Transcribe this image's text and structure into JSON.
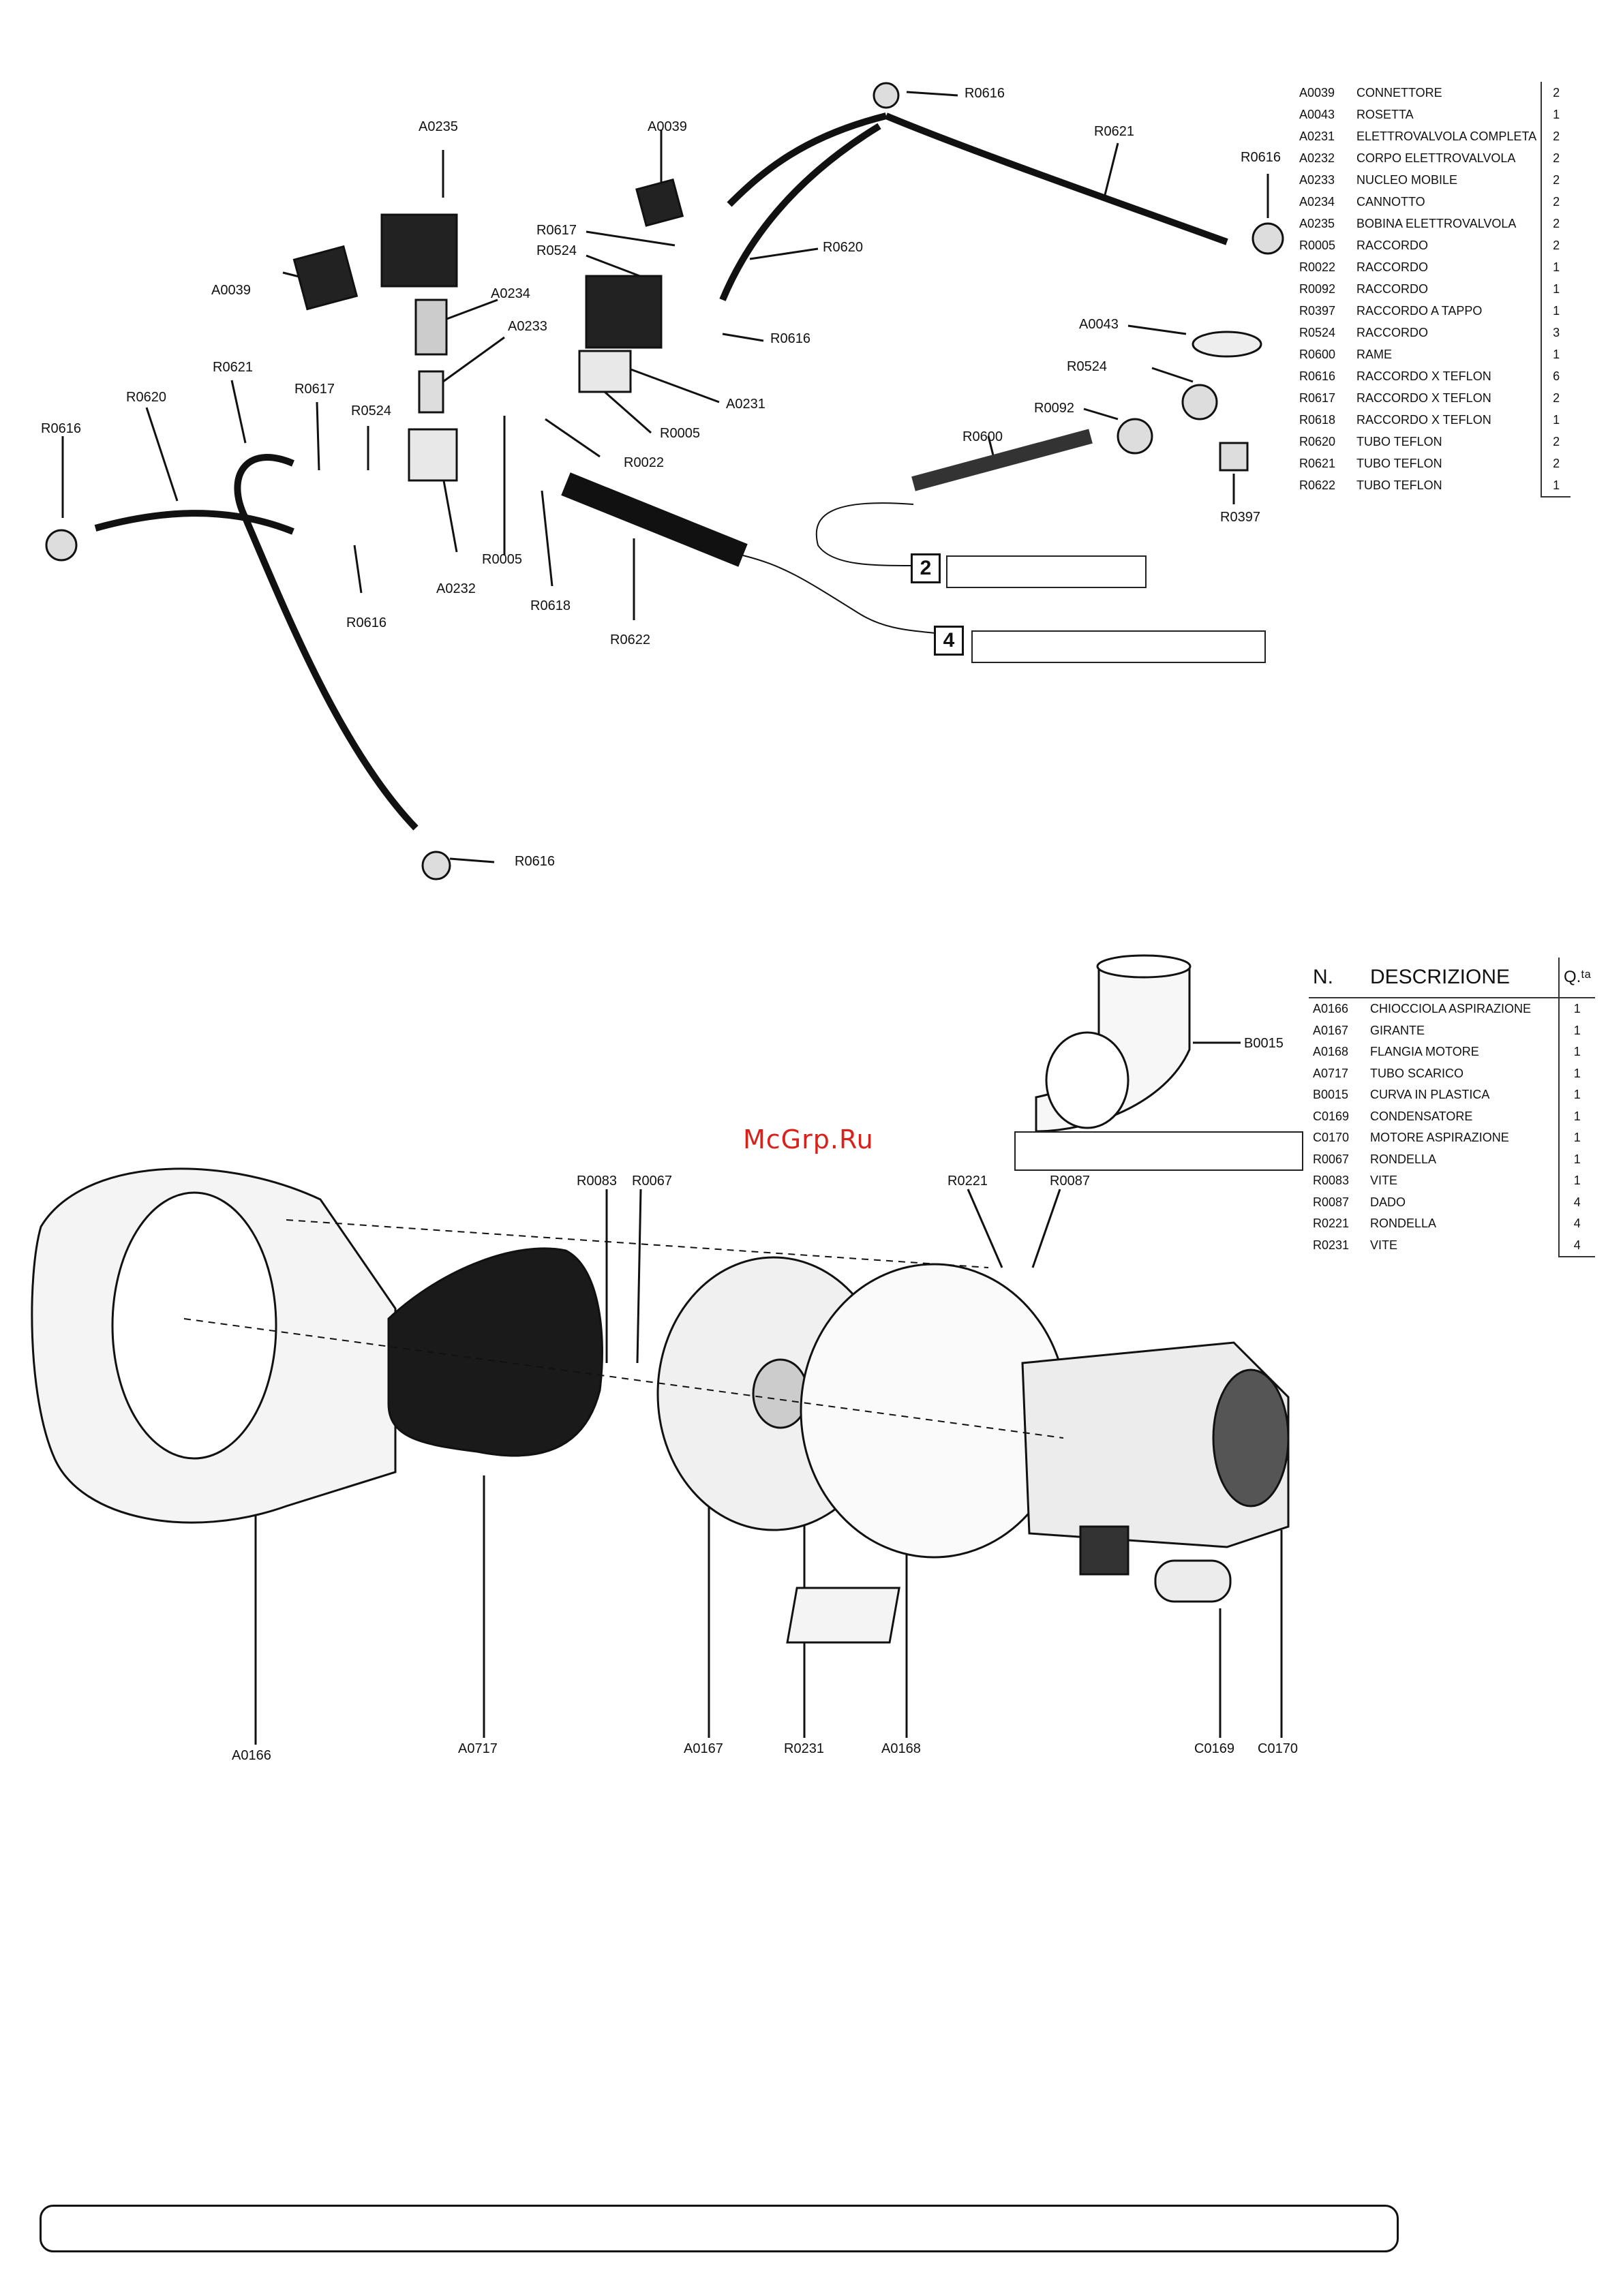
{
  "watermark": "McGrp.Ru",
  "upper_table": {
    "rows": [
      {
        "code": "A0039",
        "desc": "CONNETTORE",
        "qty": "2"
      },
      {
        "code": "A0043",
        "desc": "ROSETTA",
        "qty": "1"
      },
      {
        "code": "A0231",
        "desc": "ELETTROVALVOLA COMPLETA",
        "qty": "2"
      },
      {
        "code": "A0232",
        "desc": "CORPO ELETTROVALVOLA",
        "qty": "2"
      },
      {
        "code": "A0233",
        "desc": "NUCLEO MOBILE",
        "qty": "2"
      },
      {
        "code": "A0234",
        "desc": "CANNOTTO",
        "qty": "2"
      },
      {
        "code": "A0235",
        "desc": "BOBINA ELETTROVALVOLA",
        "qty": "2"
      },
      {
        "code": "R0005",
        "desc": "RACCORDO",
        "qty": "2"
      },
      {
        "code": "R0022",
        "desc": "RACCORDO",
        "qty": "1"
      },
      {
        "code": "R0092",
        "desc": "RACCORDO",
        "qty": "1"
      },
      {
        "code": "R0397",
        "desc": "RACCORDO A TAPPO",
        "qty": "1"
      },
      {
        "code": "R0524",
        "desc": "RACCORDO",
        "qty": "3"
      },
      {
        "code": "R0600",
        "desc": "RAME",
        "qty": "1"
      },
      {
        "code": "R0616",
        "desc": "RACCORDO X TEFLON",
        "qty": "6"
      },
      {
        "code": "R0617",
        "desc": "RACCORDO X TEFLON",
        "qty": "2"
      },
      {
        "code": "R0618",
        "desc": "RACCORDO X TEFLON",
        "qty": "1"
      },
      {
        "code": "R0620",
        "desc": "TUBO TEFLON",
        "qty": "2"
      },
      {
        "code": "R0621",
        "desc": "TUBO TEFLON",
        "qty": "2"
      },
      {
        "code": "R0622",
        "desc": "TUBO TEFLON",
        "qty": "1"
      }
    ]
  },
  "lower_table": {
    "header": {
      "n": "N.",
      "desc": "DESCRIZIONE",
      "qty": "Q.ᵗᵃ"
    },
    "rows": [
      {
        "code": "A0166",
        "desc": "CHIOCCIOLA ASPIRAZIONE",
        "qty": "1"
      },
      {
        "code": "A0167",
        "desc": "GIRANTE",
        "qty": "1"
      },
      {
        "code": "A0168",
        "desc": "FLANGIA MOTORE",
        "qty": "1"
      },
      {
        "code": "A0717",
        "desc": "TUBO SCARICO",
        "qty": "1"
      },
      {
        "code": "B0015",
        "desc": "CURVA IN PLASTICA",
        "qty": "1"
      },
      {
        "code": "C0169",
        "desc": "CONDENSATORE",
        "qty": "1"
      },
      {
        "code": "C0170",
        "desc": "MOTORE ASPIRAZIONE",
        "qty": "1"
      },
      {
        "code": "R0067",
        "desc": "RONDELLA",
        "qty": "1"
      },
      {
        "code": "R0083",
        "desc": "VITE",
        "qty": "1"
      },
      {
        "code": "R0087",
        "desc": "DADO",
        "qty": "4"
      },
      {
        "code": "R0221",
        "desc": "RONDELLA",
        "qty": "4"
      },
      {
        "code": "R0231",
        "desc": "VITE",
        "qty": "4"
      }
    ]
  },
  "callouts": {
    "box2": "2",
    "box4": "4"
  },
  "upper_labels": {
    "a0235": "A0235",
    "a0039_left": "A0039",
    "a0234": "A0234",
    "a0233": "A0233",
    "r0621_left": "R0621",
    "r0620_left": "R0620",
    "r0616_left": "R0616",
    "r0617_left": "R0617",
    "r0524_left": "R0524",
    "r0616_lower": "R0616",
    "a0232": "A0232",
    "r0005_low": "R0005",
    "r0618": "R0618",
    "r0622": "R0622",
    "r0022": "R0022",
    "r0005_mid": "R0005",
    "a0231": "A0231",
    "a0039_top": "A0039",
    "r0617_top": "R0617",
    "r0524_top": "R0524",
    "r0620_right": "R0620",
    "r0616_mid": "R0616",
    "r0616_top": "R0616",
    "r0621_right": "R0621",
    "r0616_far": "R0616",
    "a0043": "A0043",
    "r0524_right": "R0524",
    "r0092": "R0092",
    "r0600": "R0600",
    "r0397": "R0397",
    "r0616_bottom": "R0616"
  },
  "lower_labels": {
    "b0015": "B0015",
    "r0083": "R0083",
    "r0067": "R0067",
    "r0221": "R0221",
    "r0087": "R0087",
    "a0166": "A0166",
    "a0717": "A0717",
    "a0167": "A0167",
    "r0231": "R0231",
    "a0168": "A0168",
    "c0169": "C0169",
    "c0170": "C0170"
  }
}
